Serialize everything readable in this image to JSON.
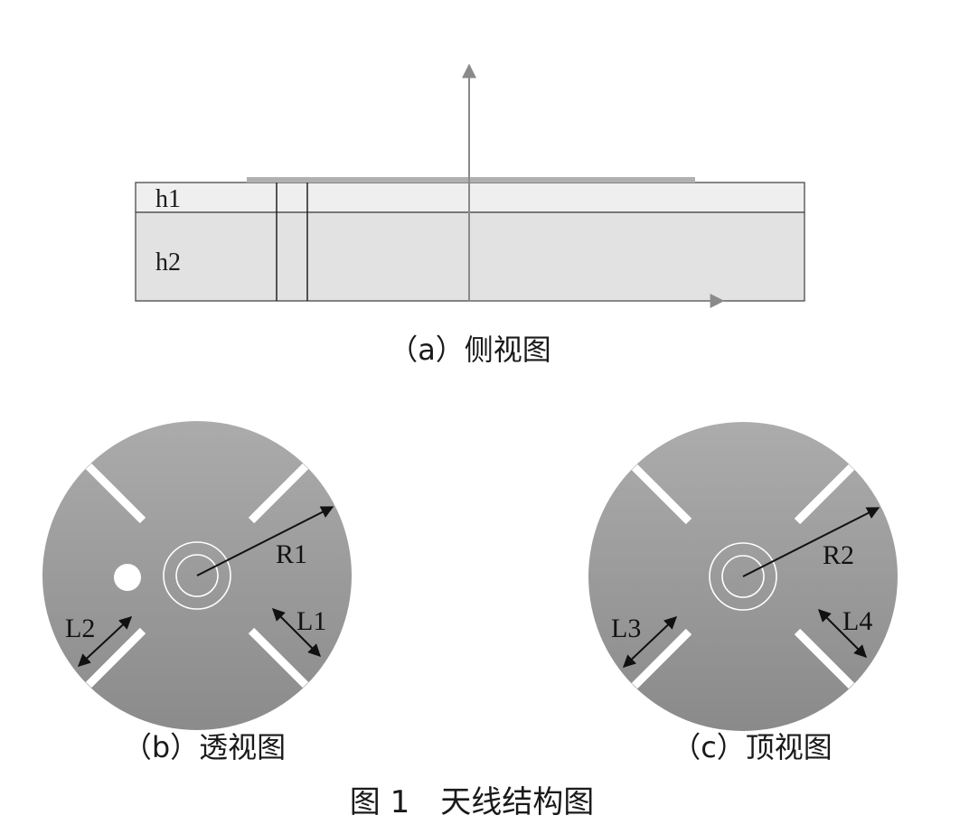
{
  "figure": {
    "title": "图 1　天线结构图",
    "panels": {
      "side": {
        "caption": "（a）侧视图",
        "layer_top_label": "h1",
        "layer_bottom_label": "h2"
      },
      "perspective": {
        "caption": "（b）透视图",
        "radius_label": "R1",
        "slot_length_right_label": "L1",
        "slot_length_left_label": "L2"
      },
      "top": {
        "caption": "（c）顶视图",
        "radius_label": "R2",
        "slot_length_left_label": "L3",
        "slot_length_right_label": "L4"
      }
    }
  },
  "colors": {
    "substrate_top": "#efefef",
    "substrate_bottom": "#e2e2e2",
    "substrate_border": "#555555",
    "patch": "#b0b0b0",
    "disc_light": "#a9a9a9",
    "disc_dark": "#8c8c8c",
    "axis": "#8a8a8a",
    "dimension_arrow": "#111111",
    "slot": "#ffffff"
  }
}
